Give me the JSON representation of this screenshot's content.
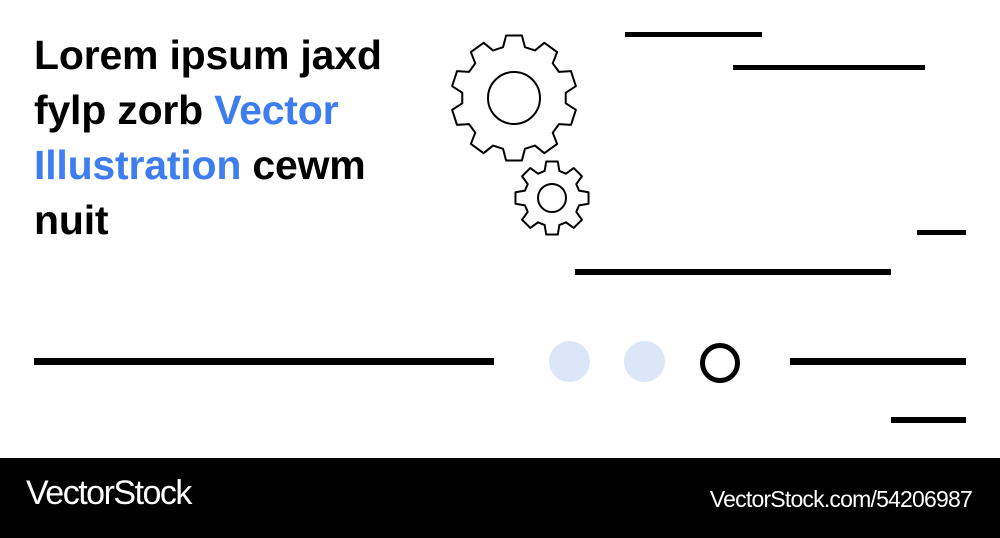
{
  "headline": {
    "part1": "Lorem ipsum jaxd fylp zorb ",
    "accent": "Vector Illustration",
    "part2": " cewm nuit"
  },
  "footer": {
    "brand": "VectorStock",
    "url": "VectorStock.com/54206987"
  },
  "colors": {
    "accent": "#3d7df0",
    "dot_fill": "#dbe6f8",
    "line": "#000000",
    "footer_bg": "#000000"
  },
  "icons": [
    "gear-icon-large",
    "gear-icon-small"
  ]
}
